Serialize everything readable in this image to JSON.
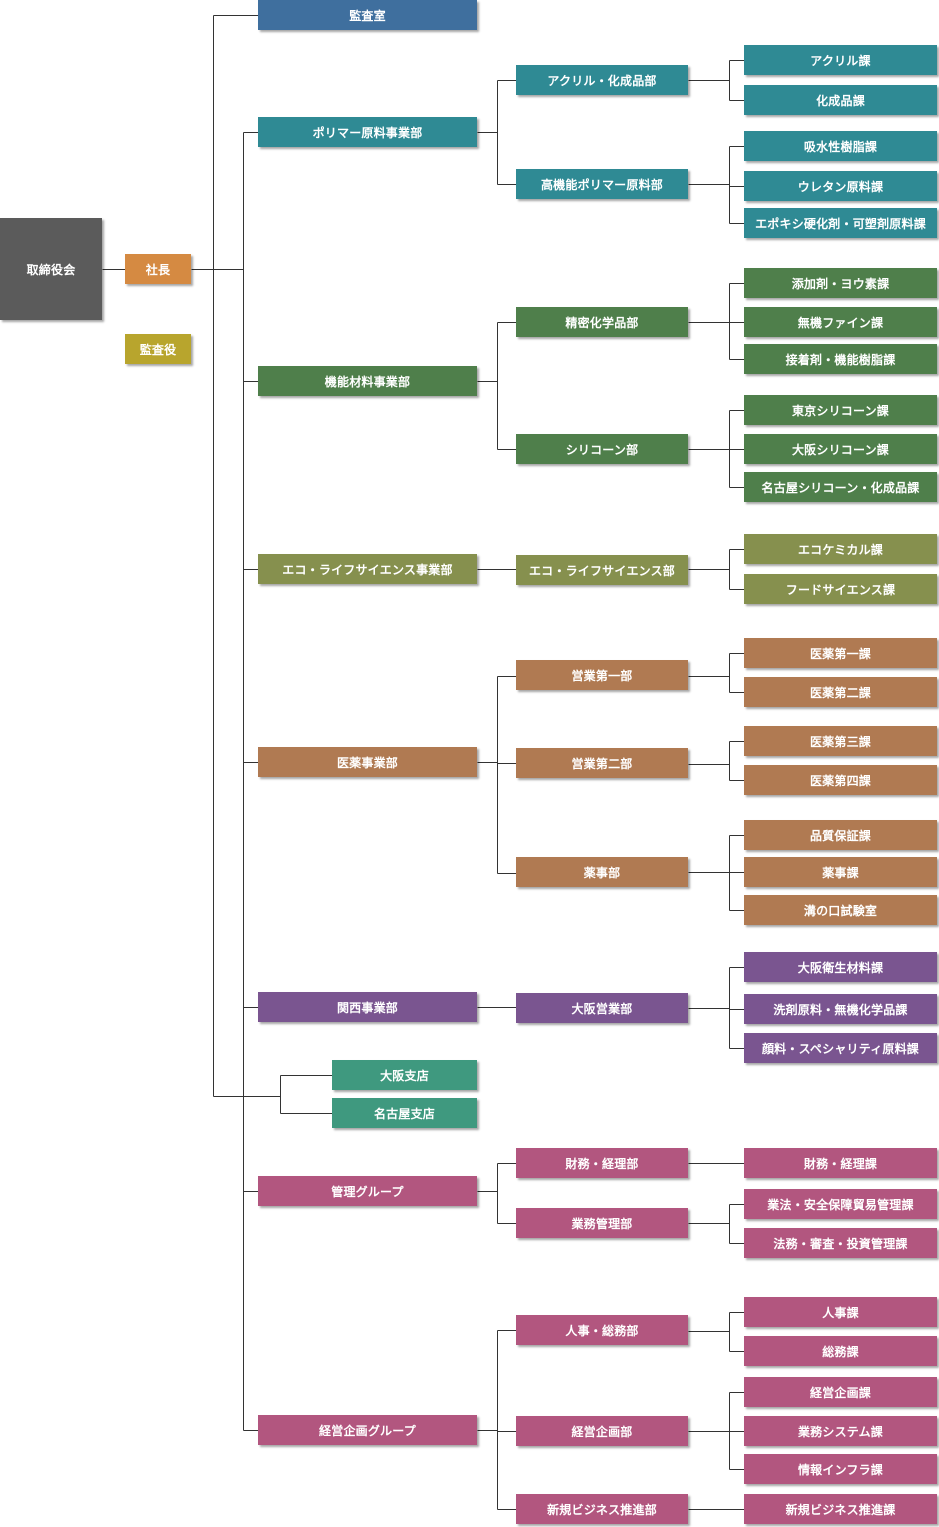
{
  "colors": {
    "board": "#5b5b5b",
    "president": "#d58a42",
    "auditor": "#b8a52d",
    "audit_office": "#3f6f9e",
    "polymer": "#2f8a94",
    "functional": "#4f7f4b",
    "eco": "#86904e",
    "pharma": "#b07a52",
    "kansai": "#7a5590",
    "branch": "#3f997f",
    "group": "#b2567f",
    "line": "#333333"
  },
  "board": {
    "label": "取締役会"
  },
  "president": {
    "label": "社長"
  },
  "auditor": {
    "label": "監査役"
  },
  "audit_office": {
    "label": "監査室"
  },
  "polymer": {
    "division": "ポリマー原料事業部",
    "dept_acrylic": "アクリル・化成品部",
    "dept_high_polymer": "高機能ポリマー原料部",
    "acrylic_sec": "アクリル課",
    "chemical_sec": "化成品課",
    "absorbent_sec": "吸水性樹脂課",
    "urethane_sec": "ウレタン原料課",
    "epoxy_sec": "エポキシ硬化剤・可塑剤原料課"
  },
  "functional": {
    "division": "機能材料事業部",
    "dept_fine": "精密化学品部",
    "dept_silicone": "シリコーン部",
    "additive_sec": "添加剤・ヨウ素課",
    "inorganic_sec": "無機ファイン課",
    "adhesive_sec": "接着剤・機能樹脂課",
    "tokyo_sec": "東京シリコーン課",
    "osaka_sec": "大阪シリコーン課",
    "nagoya_sec": "名古屋シリコーン・化成品課"
  },
  "eco": {
    "division": "エコ・ライフサイエンス事業部",
    "dept": "エコ・ライフサイエンス部",
    "ecochem_sec": "エコケミカル課",
    "food_sec": "フードサイエンス課"
  },
  "pharma": {
    "division": "医薬事業部",
    "dept_sales1": "営業第一部",
    "dept_sales2": "営業第二部",
    "dept_regulatory": "薬事部",
    "sec1": "医薬第一課",
    "sec2": "医薬第二課",
    "sec3": "医薬第三課",
    "sec4": "医薬第四課",
    "qa_sec": "品質保証課",
    "regulatory_sec": "薬事課",
    "lab": "溝の口試験室"
  },
  "kansai": {
    "division": "関西事業部",
    "dept": "大阪営業部",
    "hygiene_sec": "大阪衛生材料課",
    "detergent_sec": "洗剤原料・無機化学品課",
    "pigment_sec": "顔料・スペシャリティ原料課"
  },
  "branches": {
    "osaka": "大阪支店",
    "nagoya": "名古屋支店"
  },
  "admin": {
    "group": "管理グループ",
    "dept_finance": "財務・経理部",
    "dept_ops": "業務管理部",
    "finance_sec": "財務・経理課",
    "trade_sec": "業法・安全保障貿易管理課",
    "legal_sec": "法務・審査・投資管理課"
  },
  "planning": {
    "group": "経営企画グループ",
    "dept_hr": "人事・総務部",
    "dept_planning": "経営企画部",
    "dept_newbiz": "新規ビジネス推進部",
    "hr_sec": "人事課",
    "general_sec": "総務課",
    "planning_sec": "経営企画課",
    "system_sec": "業務システム課",
    "infra_sec": "情報インフラ課",
    "newbiz_sec": "新規ビジネス推進課"
  }
}
